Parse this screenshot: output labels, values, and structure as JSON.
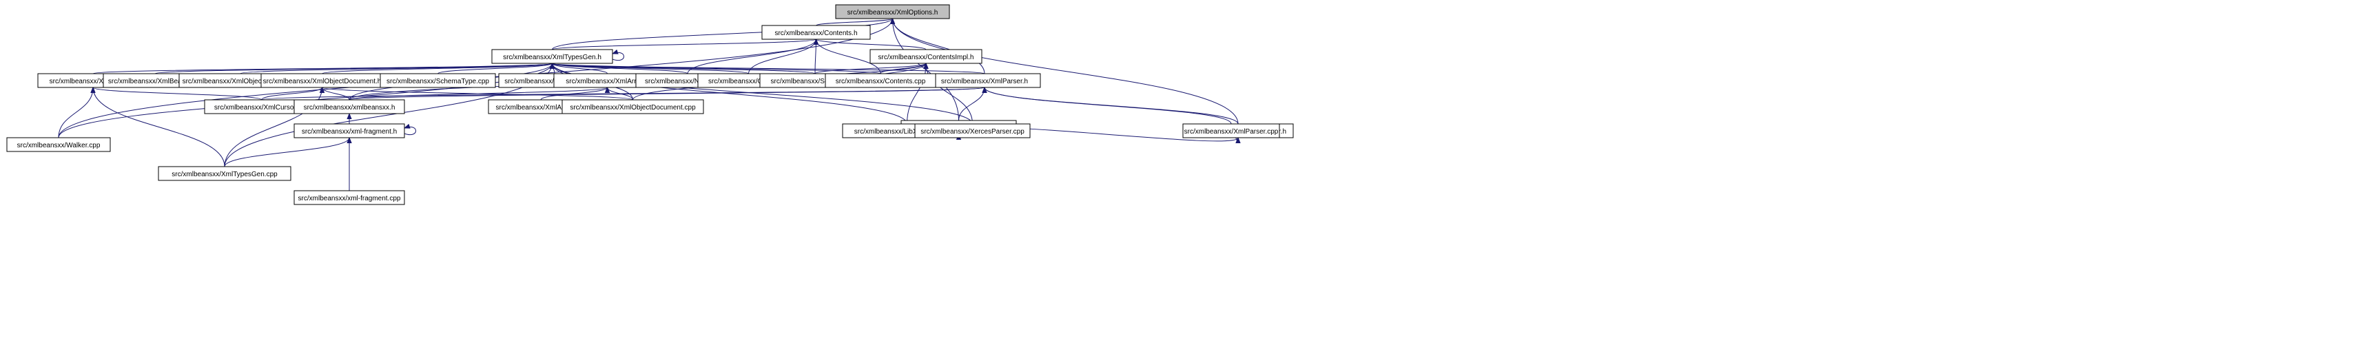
{
  "diagram": {
    "title": "",
    "colors": {
      "edge": "#191970",
      "root_fill": "#bfbfbf",
      "node_fill": "#ffffff",
      "node_border": "#000000"
    },
    "nodes": [
      {
        "id": "n0",
        "label": "src/xmlbeansxx/XmlOptions.h",
        "root": true
      },
      {
        "id": "n1",
        "label": "src/xmlbeansxx/Contents.h"
      },
      {
        "id": "n2",
        "label": "src/xmlbeansxx/XmlTypesGen.h"
      },
      {
        "id": "n3",
        "label": "src/xmlbeansxx/ContentsImpl.h"
      },
      {
        "id": "n4",
        "label": "src/xmlbeansxx/XmlParser.h"
      },
      {
        "id": "n5",
        "label": "src/xmlbeansxx/XercesParser.h"
      },
      {
        "id": "n6",
        "label": "src/xmlbeansxx/LibXMLParser.h"
      },
      {
        "id": "n7",
        "label": "src/xmlbeansxx/Walker.cpp"
      },
      {
        "id": "n8",
        "label": "src/xmlbeansxx/XmlCursor.h"
      },
      {
        "id": "n9",
        "label": "src/xmlbeansxx/XmlBeans.cpp"
      },
      {
        "id": "n10",
        "label": "src/xmlbeansxx/XmlObjectXpaths.cpp"
      },
      {
        "id": "n11",
        "label": "src/xmlbeansxx/XmlObjectDocument.h"
      },
      {
        "id": "n12",
        "label": "src/xmlbeansxx/SchemaType.cpp"
      },
      {
        "id": "n13",
        "label": "src/xmlbeansxx/TypeSystem.cpp"
      },
      {
        "id": "n14",
        "label": "src/xmlbeansxx/XmlArray.h"
      },
      {
        "id": "n15",
        "label": "src/xmlbeansxx/NSMap.cpp"
      },
      {
        "id": "n16",
        "label": "src/xmlbeansxx/Query.cpp"
      },
      {
        "id": "n17",
        "label": "src/xmlbeansxx/Serialize.cpp"
      },
      {
        "id": "n18",
        "label": "src/xmlbeansxx/Contents.cpp"
      },
      {
        "id": "n19",
        "label": "src/xmlbeansxx/XmlCursor.cpp"
      },
      {
        "id": "n20",
        "label": "src/xmlbeansxx/xmlbeansxx.h"
      },
      {
        "id": "n21",
        "label": "src/xmlbeansxx/XmlArray.cpp"
      },
      {
        "id": "n22",
        "label": "src/xmlbeansxx/XmlObjectDocument.cpp"
      },
      {
        "id": "n23",
        "label": "src/xmlbeansxx/xml-fragment.h"
      },
      {
        "id": "n24",
        "label": "src/xmlbeansxx/LibXMLParser.cpp"
      },
      {
        "id": "n25",
        "label": "src/xmlbeansxx/XercesParser.cpp"
      },
      {
        "id": "n26",
        "label": "src/xmlbeansxx/XmlParser.cpp"
      },
      {
        "id": "n27",
        "label": "src/xmlbeansxx/XmlTypesGen.cpp"
      },
      {
        "id": "n28",
        "label": "src/xmlbeansxx/xml-fragment.cpp"
      }
    ],
    "edges": [
      {
        "from": "n1",
        "to": "n0"
      },
      {
        "from": "n2",
        "to": "n0"
      },
      {
        "from": "n4",
        "to": "n0"
      },
      {
        "from": "n5",
        "to": "n0"
      },
      {
        "from": "n6",
        "to": "n0"
      },
      {
        "from": "n7",
        "to": "n0"
      },
      {
        "from": "n2",
        "to": "n1"
      },
      {
        "from": "n3",
        "to": "n1"
      },
      {
        "from": "n15",
        "to": "n1"
      },
      {
        "from": "n16",
        "to": "n1"
      },
      {
        "from": "n17",
        "to": "n1"
      },
      {
        "from": "n18",
        "to": "n1"
      },
      {
        "from": "n2",
        "to": "n2"
      },
      {
        "from": "n7",
        "to": "n2"
      },
      {
        "from": "n8",
        "to": "n2"
      },
      {
        "from": "n9",
        "to": "n2"
      },
      {
        "from": "n10",
        "to": "n2"
      },
      {
        "from": "n11",
        "to": "n2"
      },
      {
        "from": "n12",
        "to": "n2"
      },
      {
        "from": "n13",
        "to": "n2"
      },
      {
        "from": "n14",
        "to": "n2"
      },
      {
        "from": "n15",
        "to": "n2"
      },
      {
        "from": "n16",
        "to": "n2"
      },
      {
        "from": "n17",
        "to": "n2"
      },
      {
        "from": "n18",
        "to": "n2"
      },
      {
        "from": "n20",
        "to": "n2"
      },
      {
        "from": "n27",
        "to": "n2"
      },
      {
        "from": "n22",
        "to": "n2"
      },
      {
        "from": "n24",
        "to": "n2"
      },
      {
        "from": "n25",
        "to": "n2"
      },
      {
        "from": "n4",
        "to": "n2"
      },
      {
        "from": "n18",
        "to": "n3"
      },
      {
        "from": "n17",
        "to": "n3"
      },
      {
        "from": "n20",
        "to": "n3"
      },
      {
        "from": "n24",
        "to": "n3"
      },
      {
        "from": "n25",
        "to": "n3"
      },
      {
        "from": "n22",
        "to": "n3"
      },
      {
        "from": "n6",
        "to": "n4"
      },
      {
        "from": "n5",
        "to": "n4"
      },
      {
        "from": "n26",
        "to": "n4"
      },
      {
        "from": "n20",
        "to": "n4"
      },
      {
        "from": "n19",
        "to": "n4"
      },
      {
        "from": "n24",
        "to": "n6"
      },
      {
        "from": "n25",
        "to": "n5"
      },
      {
        "from": "n26",
        "to": "n5"
      },
      {
        "from": "n7",
        "to": "n8"
      },
      {
        "from": "n19",
        "to": "n8"
      },
      {
        "from": "n27",
        "to": "n8"
      },
      {
        "from": "n19",
        "to": "n11"
      },
      {
        "from": "n20",
        "to": "n11"
      },
      {
        "from": "n22",
        "to": "n11"
      },
      {
        "from": "n27",
        "to": "n11"
      },
      {
        "from": "n20",
        "to": "n14"
      },
      {
        "from": "n21",
        "to": "n14"
      },
      {
        "from": "n22",
        "to": "n14"
      },
      {
        "from": "n23",
        "to": "n20"
      },
      {
        "from": "n23",
        "to": "n23"
      },
      {
        "from": "n27",
        "to": "n23"
      },
      {
        "from": "n28",
        "to": "n23"
      }
    ]
  }
}
